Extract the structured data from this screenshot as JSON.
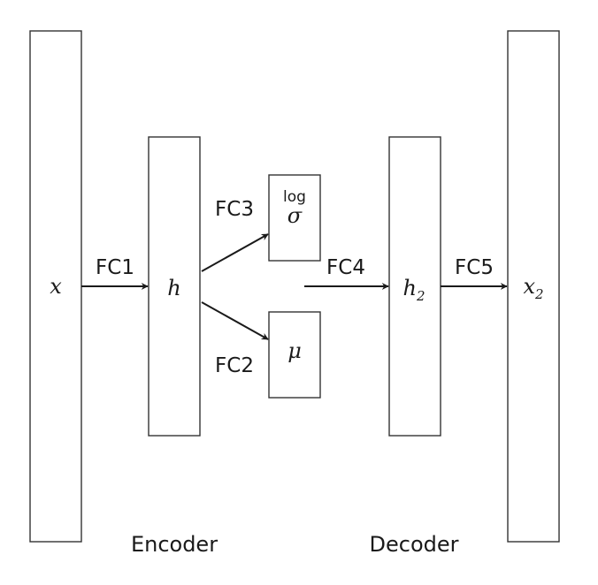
{
  "nodes": {
    "x": "x",
    "h": "h",
    "log": "log",
    "sigma": "σ",
    "mu": "μ",
    "h2_base": "h",
    "h2_sub": "2",
    "x2_base": "x",
    "x2_sub": "2"
  },
  "edges": {
    "fc1": "FC1",
    "fc2": "FC2",
    "fc3": "FC3",
    "fc4": "FC4",
    "fc5": "FC5"
  },
  "sections": {
    "encoder": "Encoder",
    "decoder": "Decoder"
  }
}
